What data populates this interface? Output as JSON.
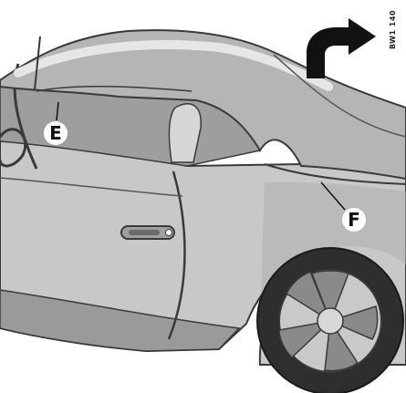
{
  "figure_code": "BW1 140",
  "callouts": {
    "e": "E",
    "f": "F"
  },
  "arrow_icon": "arrow-up-right-icon",
  "colors": {
    "body": "#c8c8c8",
    "body_dark": "#8f8f8f",
    "outline": "#3a3a3a",
    "roof": "#b5b5b5",
    "tire": "#2e2e2e",
    "wheel": "#c9c9c9",
    "arrow": "#111111",
    "background": "#ffffff"
  }
}
